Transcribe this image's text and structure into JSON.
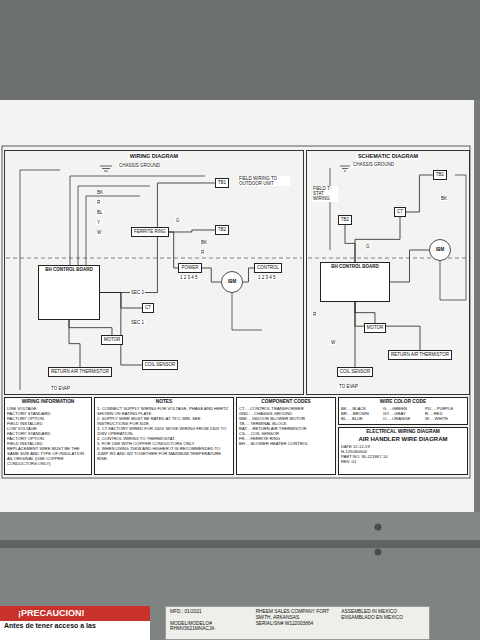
{
  "diagram": {
    "nodes": [
      {
        "text": [
          "WIRING DIAGRAM"
        ]
      },
      {
        "text": [
          "TB1"
        ],
        "in": 0
      },
      {
        "text": [
          "TB2"
        ],
        "in": 0
      },
      {
        "text": [
          "FERRITE RING"
        ],
        "in": 0
      },
      {
        "text": [
          "IBM"
        ],
        "in": 0
      },
      {
        "text": [
          "POWER"
        ],
        "in": 0
      },
      {
        "text": [
          "CONTROL"
        ],
        "in": 0
      },
      {
        "text": [
          "CT"
        ],
        "in": 0
      },
      {
        "text": [
          "BH CONTROL BOARD"
        ],
        "in": 0
      },
      {
        "text": [
          "MOTOR"
        ],
        "in": 0
      },
      {
        "text": [
          "RETURN AIR THERMISTOR"
        ],
        "in": 0
      },
      {
        "text": [
          "COIL SENSOR"
        ],
        "in": 0
      },
      {
        "text": [
          "SCHEMATIC DIAGRAM"
        ]
      },
      {
        "text": [
          "TB1"
        ],
        "in": 12
      },
      {
        "text": [
          "TB2"
        ],
        "in": 12
      },
      {
        "text": [
          "BH CONTROL BOARD"
        ],
        "in": 12
      },
      {
        "text": [
          "IBM"
        ],
        "in": 12
      },
      {
        "text": [
          "CT"
        ],
        "in": 12
      },
      {
        "text": [
          "MOTOR"
        ],
        "in": 12
      },
      {
        "text": [
          "RETURN AIR THERMISTOR"
        ],
        "in": 12
      },
      {
        "text": [
          "COIL SENSOR"
        ],
        "in": 12
      },
      {
        "text": [
          "WIRING INFORMATION",
          "LINE VOLTAGE",
          "FACTORY STANDARD",
          "FACTORY OPTION",
          "FIELD INSTALLED",
          "LOW VOLTAGE",
          "FACTORY STANDARD",
          "FACTORY OPTION",
          "FIELD INSTALLED",
          "REPLACEMENT WIRE MUST BE THE SAME SIZE AND TYPE OF INSULATION AS ORIGINAL (USE COPPER CONDUCTORS ONLY)"
        ]
      },
      {
        "text": [
          "NOTES",
          "1. CONNECT SUPPLY WIRING FOR VOLTAGE, PHASE AND HERTZ SHOWN ON RATING PLATE.",
          "2. SUPPLY WIRE MUST BE RATED AT 75°C MIN. SEE INSTRUCTIONS FOR SIZE.",
          "3. CT FACTORY WIRED FOR 240V. MOVE WIRING FROM 240V TO 208V OPERATION.",
          "4. CONTROL WIRING TO THERMOSTAT.",
          "5. FOR USE WITH COPPER CONDUCTORS ONLY.",
          "6. WHEN USING 15KW AND HIGHER IT IS RECOMMENDED TO JUMP W1 AND W2 TOGETHER FOR MAXIMUM TEMPERATURE RISE."
        ]
      },
      {
        "text": [
          "COMPONENT CODES",
          "CT.....CONTROL TRANSFORMER",
          "GND.....CHASSIS GROUND",
          "IBM.....INDOOR BLOWER MOTOR",
          "TB.....TERMINAL BLOCK",
          "RAT.....RETURN AIR THERMISTOR",
          "CS.....COIL SENSOR",
          "FR.....FERRITE RING",
          "BH.....BLOWER HEATER CONTROL"
        ]
      },
      {
        "text": [
          "WIRE COLOR CODE",
          "BK.....BLACK",
          "G.....GREEN",
          "PU.....PURPLE",
          "BR.....BROWN",
          "GY.....GRAY",
          "R.....RED",
          "BL.....BLUE",
          "O.....ORANGE",
          "W.....WHITE"
        ]
      },
      {
        "text": [
          "ELECTRICAL WIRING DIAGRAM",
          "AIR HANDLER WIRE DIAGRAM",
          "DATE 12-12-19",
          "H-1250S0504",
          "PART NO. 90-121867-14",
          "REV. 01"
        ]
      },
      {
        "text": [
          "¡PRECAUCION!",
          "Antes de tener acceso a las"
        ]
      },
      {
        "text": [
          "MFD.: 01/2021",
          "RHEEM SALES COMPANY FORT SMITH, ARKANSAS",
          "ASSEMBLED IN MEXICO ENSAMBLADO EN MEXICO",
          "MODEL/MODELO# RHMV3621MNACJA",
          "SERIAL/SN# W122003864"
        ]
      }
    ],
    "edges": [
      {
        "from": 1,
        "to": 8,
        "arrow": "none"
      },
      {
        "from": 2,
        "to": 3,
        "arrow": "none"
      },
      {
        "from": 3,
        "to": 5,
        "arrow": "none"
      },
      {
        "from": 5,
        "to": 4,
        "arrow": "none"
      },
      {
        "from": 6,
        "to": 4,
        "arrow": "none"
      },
      {
        "from": 7,
        "to": 8,
        "arrow": "none"
      },
      {
        "from": 8,
        "to": 9,
        "arrow": "none"
      },
      {
        "from": 10,
        "to": 8,
        "arrow": "none"
      },
      {
        "from": 11,
        "to": 8,
        "arrow": "none"
      },
      {
        "from": 13,
        "to": 17,
        "arrow": "none"
      },
      {
        "from": 14,
        "to": 15,
        "arrow": "none"
      },
      {
        "from": 17,
        "to": 15,
        "arrow": "none"
      },
      {
        "from": 15,
        "to": 16,
        "arrow": "none"
      },
      {
        "from": 15,
        "to": 18,
        "arrow": "none"
      },
      {
        "from": 19,
        "to": 15,
        "arrow": "none"
      },
      {
        "from": 20,
        "to": 15,
        "arrow": "none"
      }
    ],
    "labels": [
      "FIELD WIRING TO OUTDOOR UNIT",
      "CHASSIS GROUND",
      "CHASSIS GROUND",
      "FIELD T-STAT WIRING",
      "SEC 2",
      "SEC 1",
      "TO EVAP",
      "TO EVAP",
      "1 2 3 4 5",
      "1 2 3 4 5",
      "BK",
      "R",
      "BL",
      "Y",
      "W",
      "G",
      "BK",
      "R",
      "BK",
      "R",
      "W",
      "G"
    ]
  }
}
